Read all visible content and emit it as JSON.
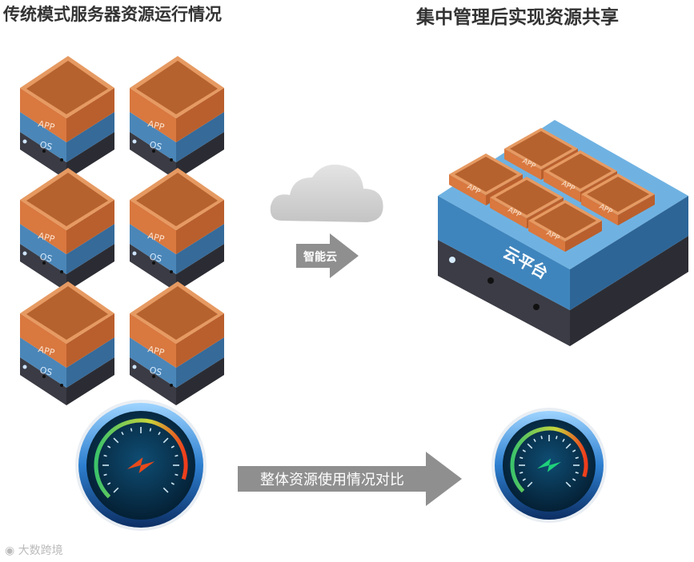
{
  "title_left": "传统模式服务器资源运行情况",
  "title_right": "集中管理后实现资源共享",
  "server_layers": {
    "app": "APP",
    "os": "OS"
  },
  "cloud_arrow_label": "智能云",
  "platform_label": "云平台",
  "compare_label": "整体资源使用情况对比",
  "watermark": "大数跨境",
  "gauges": {
    "before": {
      "level": 0.9,
      "needle_color": "#e84a1a"
    },
    "after": {
      "level": 0.9,
      "needle_color": "#1fd17a"
    }
  },
  "colors": {
    "box_orange": "#d9783f",
    "os_blue": "#4b86b8",
    "base_dark": "#3a3b44",
    "platform_blue": "#4e93c9",
    "arrow_gray": "#8f8f8f"
  }
}
